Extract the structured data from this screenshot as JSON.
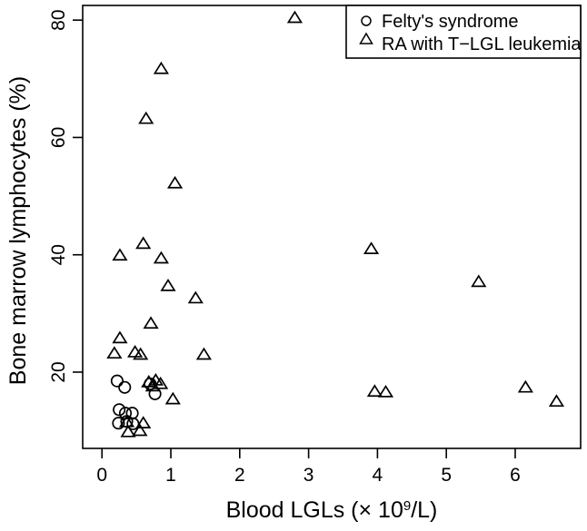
{
  "chart_data": {
    "type": "scatter",
    "title": "",
    "xlabel": "Blood LGLs (× 10⁹/L)",
    "xlabel_main": "Blood LGLs (× 10",
    "xlabel_sup": "9",
    "xlabel_tail": "/L)",
    "ylabel": "Bone marrow lymphocytes (%)",
    "xlim": [
      -0.28,
      6.95
    ],
    "ylim": [
      7.0,
      82.5
    ],
    "xticks": [
      0,
      1,
      2,
      3,
      4,
      5,
      6
    ],
    "xticklabels": [
      "0",
      "1",
      "2",
      "3",
      "4",
      "5",
      "6"
    ],
    "yticks": [
      20,
      40,
      60,
      80
    ],
    "yticklabels": [
      "20",
      "40",
      "60",
      "80"
    ],
    "grid": false,
    "legend_position": "top-right",
    "marker_color": "#000000",
    "series": [
      {
        "name": "Felty's syndrome",
        "marker": "circle",
        "points": [
          [
            0.22,
            18.5
          ],
          [
            0.33,
            17.4
          ],
          [
            0.25,
            13.6
          ],
          [
            0.34,
            13.0
          ],
          [
            0.44,
            13.0
          ],
          [
            0.24,
            11.3
          ],
          [
            0.45,
            11.2
          ],
          [
            0.77,
            16.3
          ],
          [
            0.7,
            18.0
          ],
          [
            0.36,
            11.6
          ]
        ]
      },
      {
        "name": "RA with T−LGL leukemia",
        "marker": "triangle",
        "points": [
          [
            2.8,
            80.4
          ],
          [
            0.86,
            71.7
          ],
          [
            0.64,
            63.2
          ],
          [
            1.06,
            52.2
          ],
          [
            0.6,
            41.9
          ],
          [
            0.26,
            39.9
          ],
          [
            0.86,
            39.4
          ],
          [
            3.91,
            41.0
          ],
          [
            0.96,
            34.7
          ],
          [
            5.47,
            35.4
          ],
          [
            1.36,
            32.6
          ],
          [
            0.71,
            28.3
          ],
          [
            0.26,
            25.8
          ],
          [
            0.18,
            23.2
          ],
          [
            0.48,
            23.4
          ],
          [
            0.56,
            23.0
          ],
          [
            1.48,
            23.0
          ],
          [
            0.68,
            18.3
          ],
          [
            0.78,
            18.6
          ],
          [
            0.85,
            18.0
          ],
          [
            0.74,
            17.6
          ],
          [
            1.03,
            15.4
          ],
          [
            3.96,
            16.7
          ],
          [
            4.12,
            16.6
          ],
          [
            6.15,
            17.4
          ],
          [
            6.6,
            15.0
          ],
          [
            0.36,
            11.5
          ],
          [
            0.6,
            11.3
          ],
          [
            0.55,
            10.0
          ],
          [
            0.38,
            9.8
          ]
        ]
      }
    ]
  },
  "legend": {
    "items": [
      {
        "label": "Felty's syndrome",
        "marker": "circle"
      },
      {
        "label": "RA with T−LGL leukemia",
        "marker": "triangle"
      }
    ]
  }
}
